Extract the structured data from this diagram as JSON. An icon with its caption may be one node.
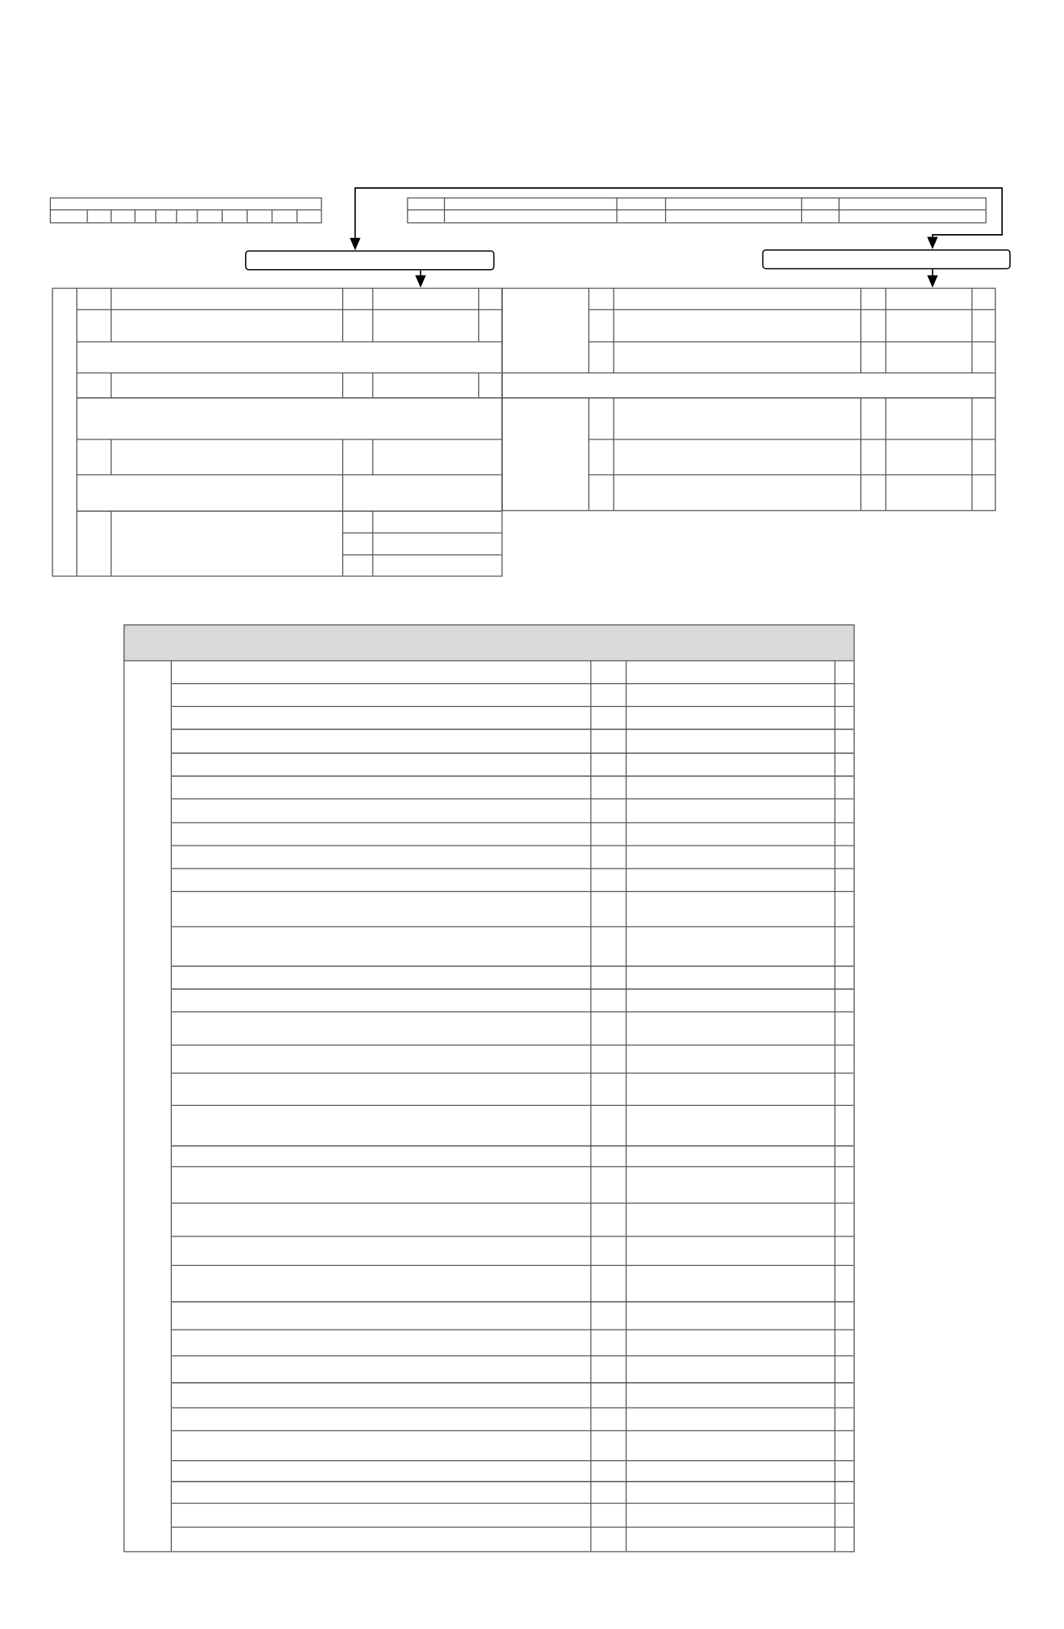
{
  "diagram": {
    "nodes": [
      {
        "text": [],
        "shape": "box"
      },
      {
        "text": [],
        "shape": "box"
      },
      {
        "text": [],
        "shape": "box"
      },
      {
        "text": [],
        "shape": "box"
      },
      {
        "text": [],
        "shape": "box"
      },
      {
        "text": [],
        "shape": "box"
      },
      {
        "text": [],
        "shape": "box"
      }
    ],
    "edges": [
      {
        "from": 2,
        "to": 3,
        "arrow": "both"
      },
      {
        "from": 2,
        "to": 4,
        "arrow": "to"
      },
      {
        "from": 3,
        "to": 5,
        "arrow": "to"
      }
    ]
  }
}
